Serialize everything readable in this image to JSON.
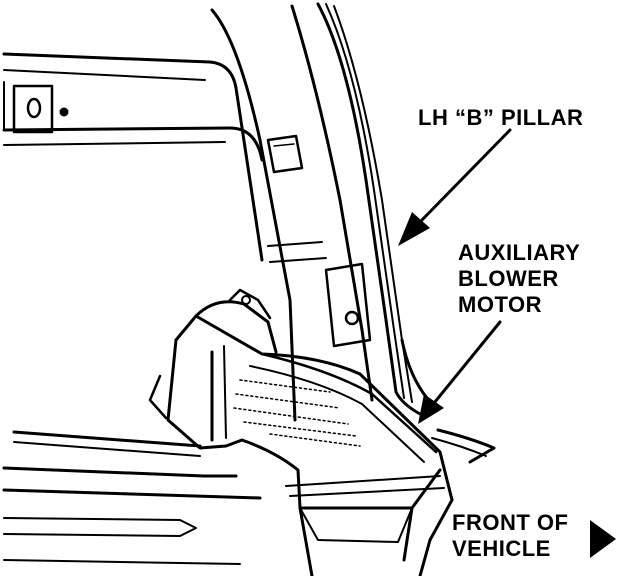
{
  "labels": {
    "pillar": "LH “B” PILLAR",
    "blower": [
      "AUXILIARY",
      "BLOWER",
      "MOTOR"
    ],
    "front": [
      "FRONT OF",
      "VEHICLE"
    ]
  },
  "colors": {
    "ink": "#000000",
    "paper": "#ffffff"
  },
  "icons": {
    "front_arrow": "arrow-right-icon"
  }
}
